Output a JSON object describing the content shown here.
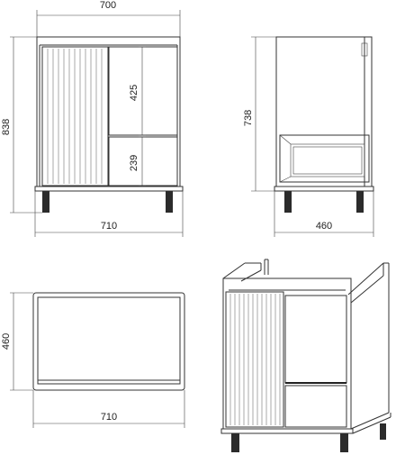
{
  "dimensions": {
    "front_top_width": "700",
    "front_bottom_width": "710",
    "front_height": "838",
    "drawer_upper": "425",
    "drawer_lower": "239",
    "side_height": "738",
    "side_depth": "460",
    "top_depth": "460",
    "top_width": "710"
  },
  "colors": {
    "line": "#333333",
    "leg": "#2b2b2b"
  }
}
